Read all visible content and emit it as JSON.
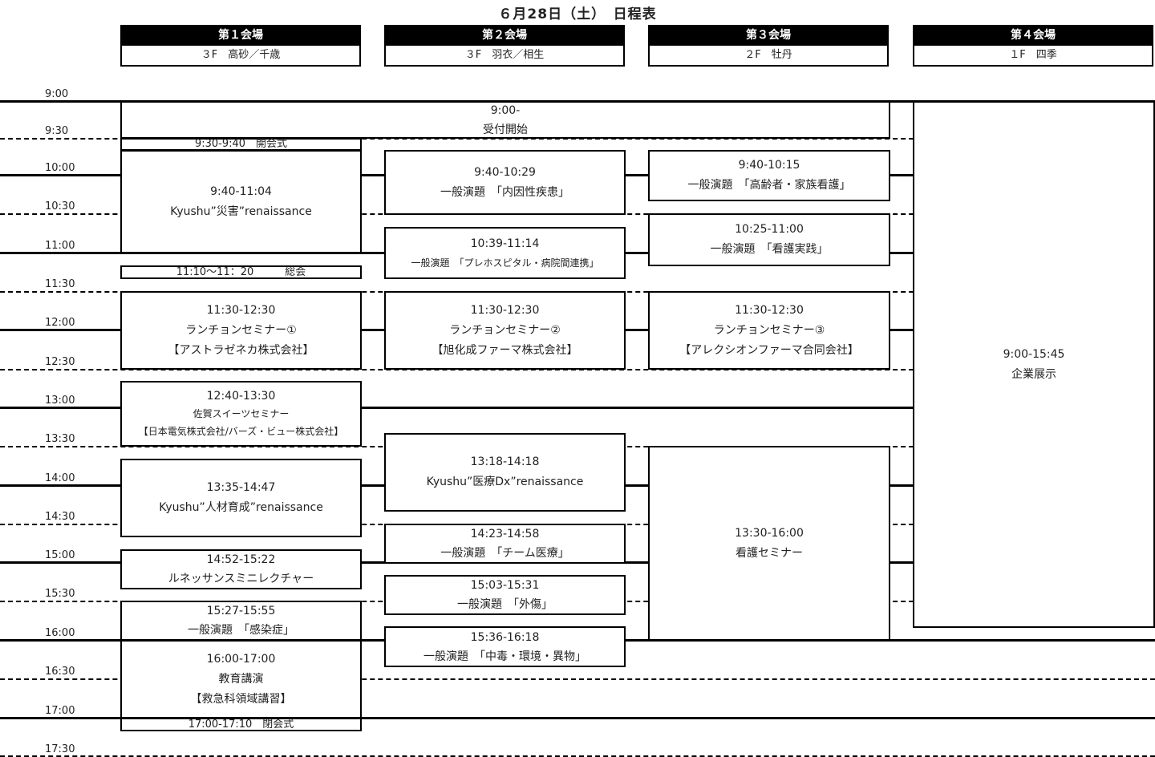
{
  "title": "６月28日（土）　日程表",
  "venues": [
    {
      "name": "第１会場",
      "floor": "３F　高砂／千歳"
    },
    {
      "name": "第２会場",
      "floor": "３F　羽衣／相生"
    },
    {
      "name": "第３会場",
      "floor": "２F　牡丹"
    },
    {
      "name": "第４会場",
      "floor": "１F　四季"
    }
  ],
  "times": [
    "9:00",
    "9:30",
    "10:00",
    "10:30",
    "11:00",
    "11:30",
    "12:00",
    "12:30",
    "13:00",
    "13:30",
    "14:00",
    "14:30",
    "15:00",
    "15:30",
    "16:00",
    "16:30",
    "17:00",
    "17:30"
  ],
  "sessions": {
    "reception": [
      "9:00-",
      "受付開始"
    ],
    "opening": "9:30-9:40　開会式",
    "s1_disaster": [
      "9:40-11:04",
      "Kyushu”災害”renaissance"
    ],
    "s1_general_meeting": "11:10～11：20　　　総会",
    "s1_lunch": [
      "11:30-12:30",
      "ランチョンセミナー①",
      "【アストラゼネカ株式会社】"
    ],
    "s1_sweets": [
      "12:40-13:30",
      "佐賀スイーツセミナー",
      "【日本電気株式会社/バーズ・ビュー株式会社】"
    ],
    "s1_hr": [
      "13:35-14:47",
      "Kyushu”人材育成”renaissance"
    ],
    "s1_mini": [
      "14:52-15:22",
      "ルネッサンスミニレクチャー"
    ],
    "s1_infection": [
      "15:27-15:55",
      "一般演題　「感染症」"
    ],
    "s1_education": [
      "16:00-17:00",
      "教育講演",
      "【救急科領域講習】"
    ],
    "closing": "17:00-17:10　閉会式",
    "s2_internal": [
      "9:40-10:29",
      "一般演題　「内因性疾患」"
    ],
    "s2_prehosp": [
      "10:39-11:14",
      "一般演題　「プレホスピタル・病院間連携」"
    ],
    "s2_lunch": [
      "11:30-12:30",
      "ランチョンセミナー②",
      "【旭化成ファーマ株式会社】"
    ],
    "s2_dx": [
      "13:18-14:18",
      "Kyushu”医療Dx”renaissance"
    ],
    "s2_team": [
      "14:23-14:58",
      "一般演題　「チーム医療」"
    ],
    "s2_trauma": [
      "15:03-15:31",
      "一般演題　「外傷」"
    ],
    "s2_poison": [
      "15:36-16:18",
      "一般演題　「中毒・環境・異物」"
    ],
    "s3_elderly": [
      "9:40-10:15",
      "一般演題　「高齢者・家族看護」"
    ],
    "s3_practice": [
      "10:25-11:00",
      "一般演題　「看護実践」"
    ],
    "s3_lunch": [
      "11:30-12:30",
      "ランチョンセミナー③",
      "【アレクシオンファーマ合同会社】"
    ],
    "s3_nursing": [
      "13:30-16:00",
      "看護セミナー"
    ],
    "s4_expo": [
      "9:00-15:45",
      "企業展示"
    ]
  }
}
